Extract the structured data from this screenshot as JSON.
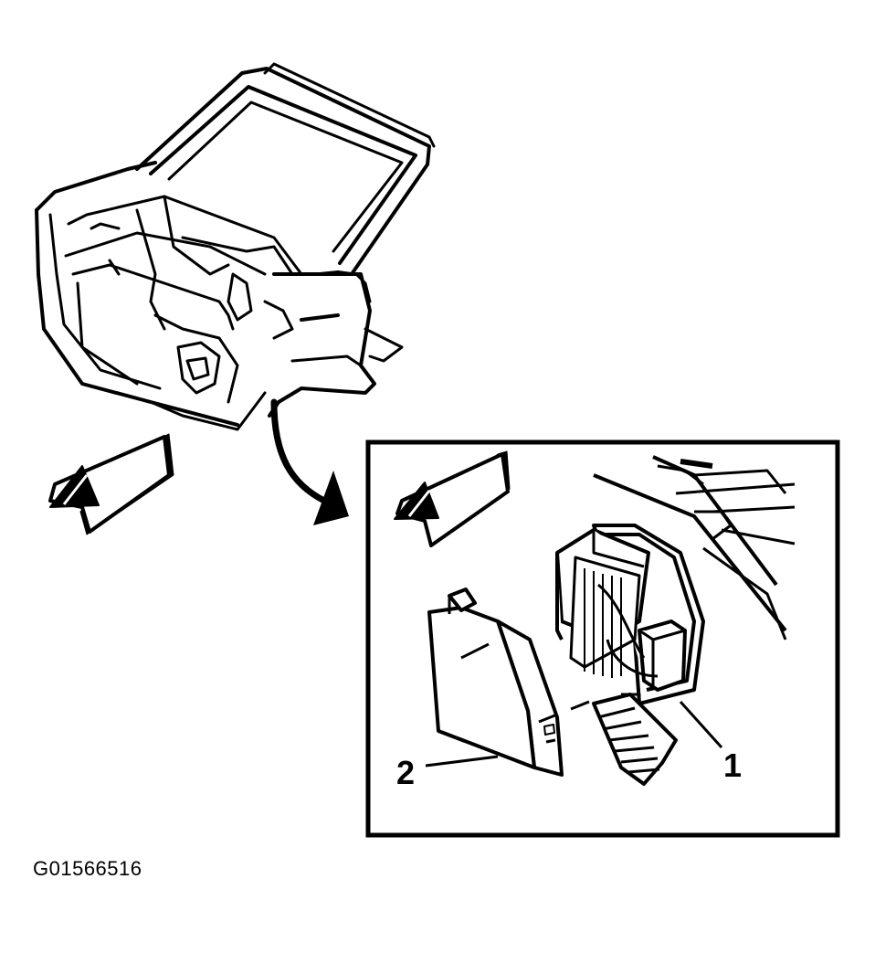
{
  "figure": {
    "id": "G01566516"
  },
  "callouts": [
    {
      "label": "1",
      "part": "fuse-relay-block"
    },
    {
      "label": "2",
      "part": "block-cover"
    }
  ],
  "colors": {
    "ink": "#000000",
    "paper": "#ffffff"
  }
}
